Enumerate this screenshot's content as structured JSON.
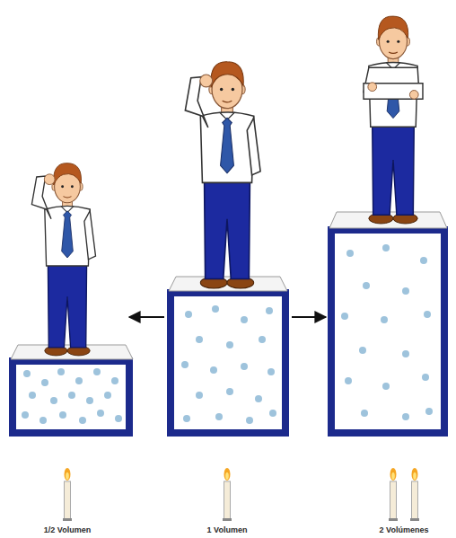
{
  "diagram": {
    "labels": [
      "1/2 Volumen",
      "1 Volumen",
      "2 Volúmenes"
    ]
  }
}
